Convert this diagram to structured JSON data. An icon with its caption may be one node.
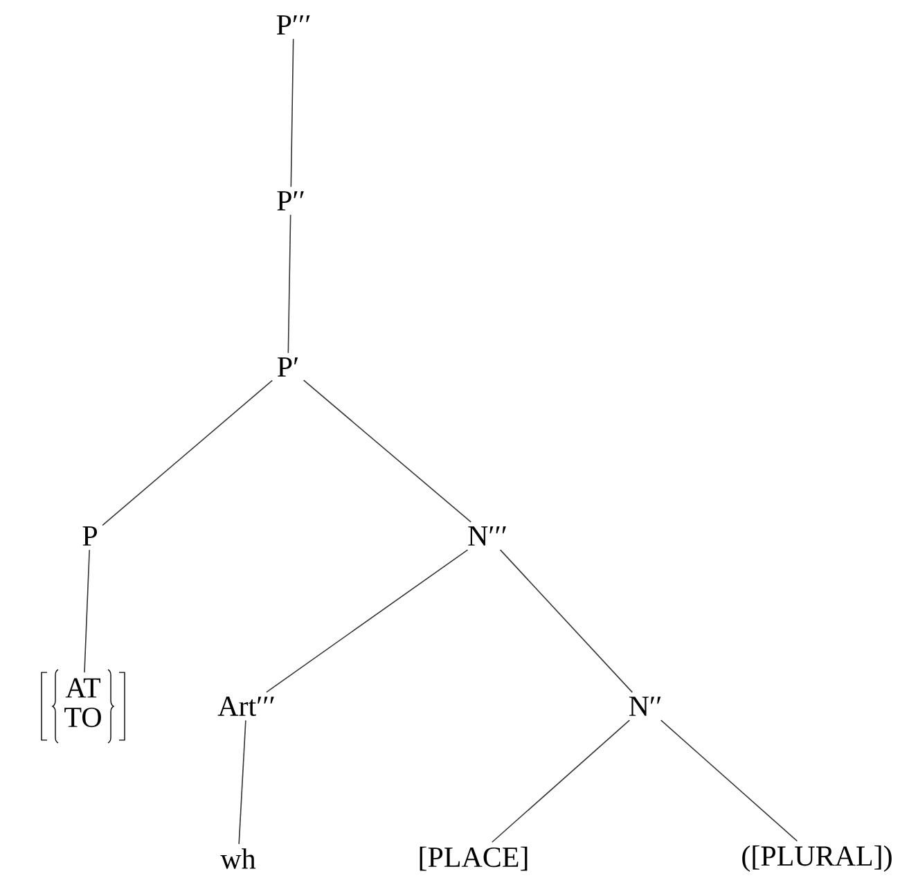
{
  "diagram": {
    "nodes": [
      {
        "text": [
          "P′′′"
        ]
      },
      {
        "text": [
          "P′′"
        ]
      },
      {
        "text": [
          "P′"
        ]
      },
      {
        "text": [
          "P"
        ]
      },
      {
        "text": [
          "N′′′"
        ]
      },
      {
        "text": [
          "AT",
          "TO"
        ]
      },
      {
        "text": [
          "Art′′′"
        ]
      },
      {
        "text": [
          "N′′"
        ]
      },
      {
        "text": [
          "wh"
        ]
      },
      {
        "text": [
          "[PLACE]"
        ]
      },
      {
        "text": [
          "([PLURAL])"
        ]
      }
    ],
    "edges": [
      {
        "from": 0,
        "to": 1,
        "arrow": "none"
      },
      {
        "from": 1,
        "to": 2,
        "arrow": "none"
      },
      {
        "from": 2,
        "to": 3,
        "arrow": "none"
      },
      {
        "from": 2,
        "to": 4,
        "arrow": "none"
      },
      {
        "from": 3,
        "to": 5,
        "arrow": "none"
      },
      {
        "from": 4,
        "to": 6,
        "arrow": "none"
      },
      {
        "from": 4,
        "to": 7,
        "arrow": "none"
      },
      {
        "from": 6,
        "to": 8,
        "arrow": "none"
      },
      {
        "from": 7,
        "to": 9,
        "arrow": "none"
      },
      {
        "from": 7,
        "to": 10,
        "arrow": "none"
      }
    ]
  }
}
